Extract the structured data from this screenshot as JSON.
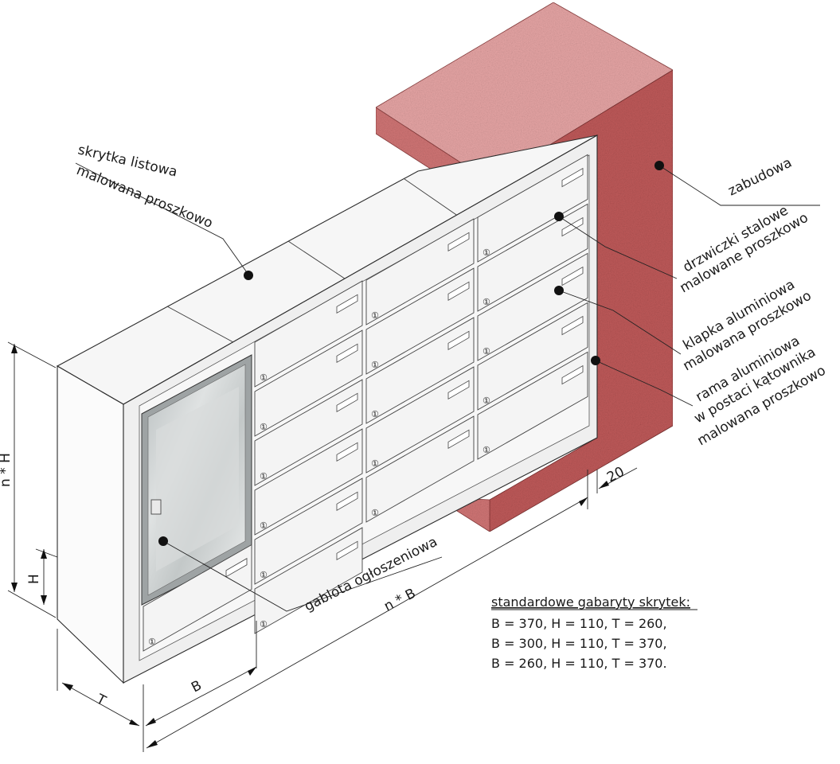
{
  "labels": {
    "skrytka_1": "skrytka listowa",
    "skrytka_2": "malowana proszkowo",
    "zabudowa": "zabudowa",
    "drzwiczki_1": "drzwiczki stalowe",
    "drzwiczki_2": "malowane proszkowo",
    "klapka_1": "klapka aluminiowa",
    "klapka_2": "malowana proszkowo",
    "rama_1": "rama aluminiowa",
    "rama_2": "w postaci kątownika",
    "rama_3": "malowana proszkowo",
    "gablota": "gablota ogłoszeniowa"
  },
  "dimensions": {
    "nH": "n * H",
    "H": "H",
    "T": "T",
    "B": "B",
    "nB": "n * B",
    "twenty": "20"
  },
  "specs": {
    "title": "standardowe gabaryty skrytek:",
    "line1": "B = 370, H = 110, T = 260,",
    "line2": "B = 300, H = 110, T = 370,",
    "line3": "B = 260, H = 110, T = 370."
  },
  "box_number": "①",
  "colors": {
    "masonry_top": "#e8a6a6",
    "masonry_side": "#c05a5a",
    "masonry_front": "#d27676",
    "metal": "#f4f4f4",
    "glass": "#c9cccc"
  }
}
